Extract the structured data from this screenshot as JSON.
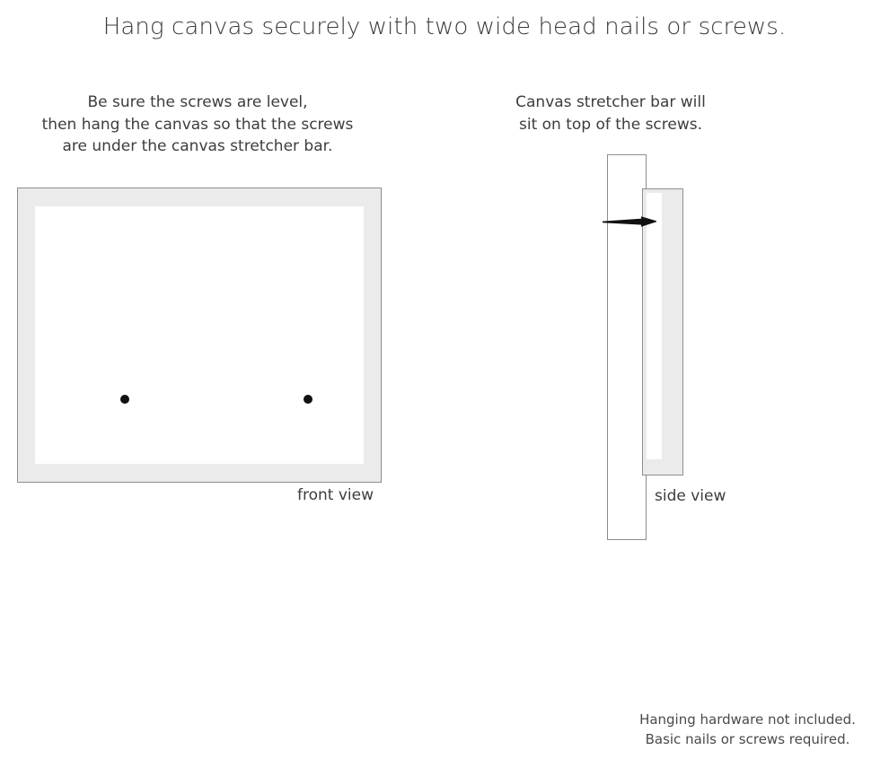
{
  "page": {
    "title": "Hang canvas securely with two wide head nails or screws."
  },
  "front_section": {
    "caption_lines": [
      "Be sure the screws are level,",
      "then hang the canvas so that the screws",
      "are under the canvas stretcher bar."
    ],
    "view_label": "front view",
    "diagram": {
      "frame_color": "#ebebeb",
      "frame_border_color": "#8d8d8d",
      "canvas_color": "#ffffff",
      "screw_color": "#111111",
      "screw_count": 2
    }
  },
  "side_section": {
    "caption_lines": [
      "Canvas stretcher bar will",
      "sit on top of the screws."
    ],
    "view_label": "side view",
    "diagram": {
      "wall_color": "#ffffff",
      "wall_border_color": "#8d8d8d",
      "stretcher_bar_color": "#ebebeb",
      "stretcher_inner_color": "#ffffff",
      "nail_color": "#111111"
    }
  },
  "footer": {
    "lines": [
      "Hanging hardware not included.",
      "Basic nails or screws required."
    ]
  }
}
